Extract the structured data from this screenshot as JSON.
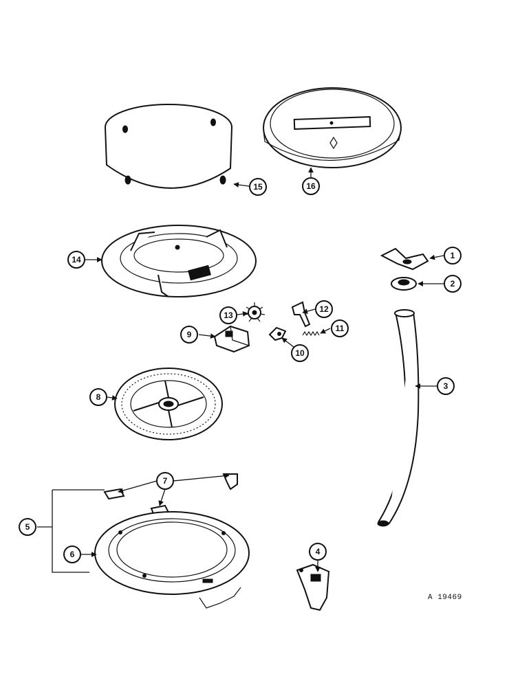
{
  "figure_ref": "A 19469",
  "callouts": [
    "1",
    "2",
    "3",
    "4",
    "5",
    "6",
    "7",
    "8",
    "9",
    "10",
    "11",
    "12",
    "13",
    "14",
    "15",
    "16"
  ]
}
